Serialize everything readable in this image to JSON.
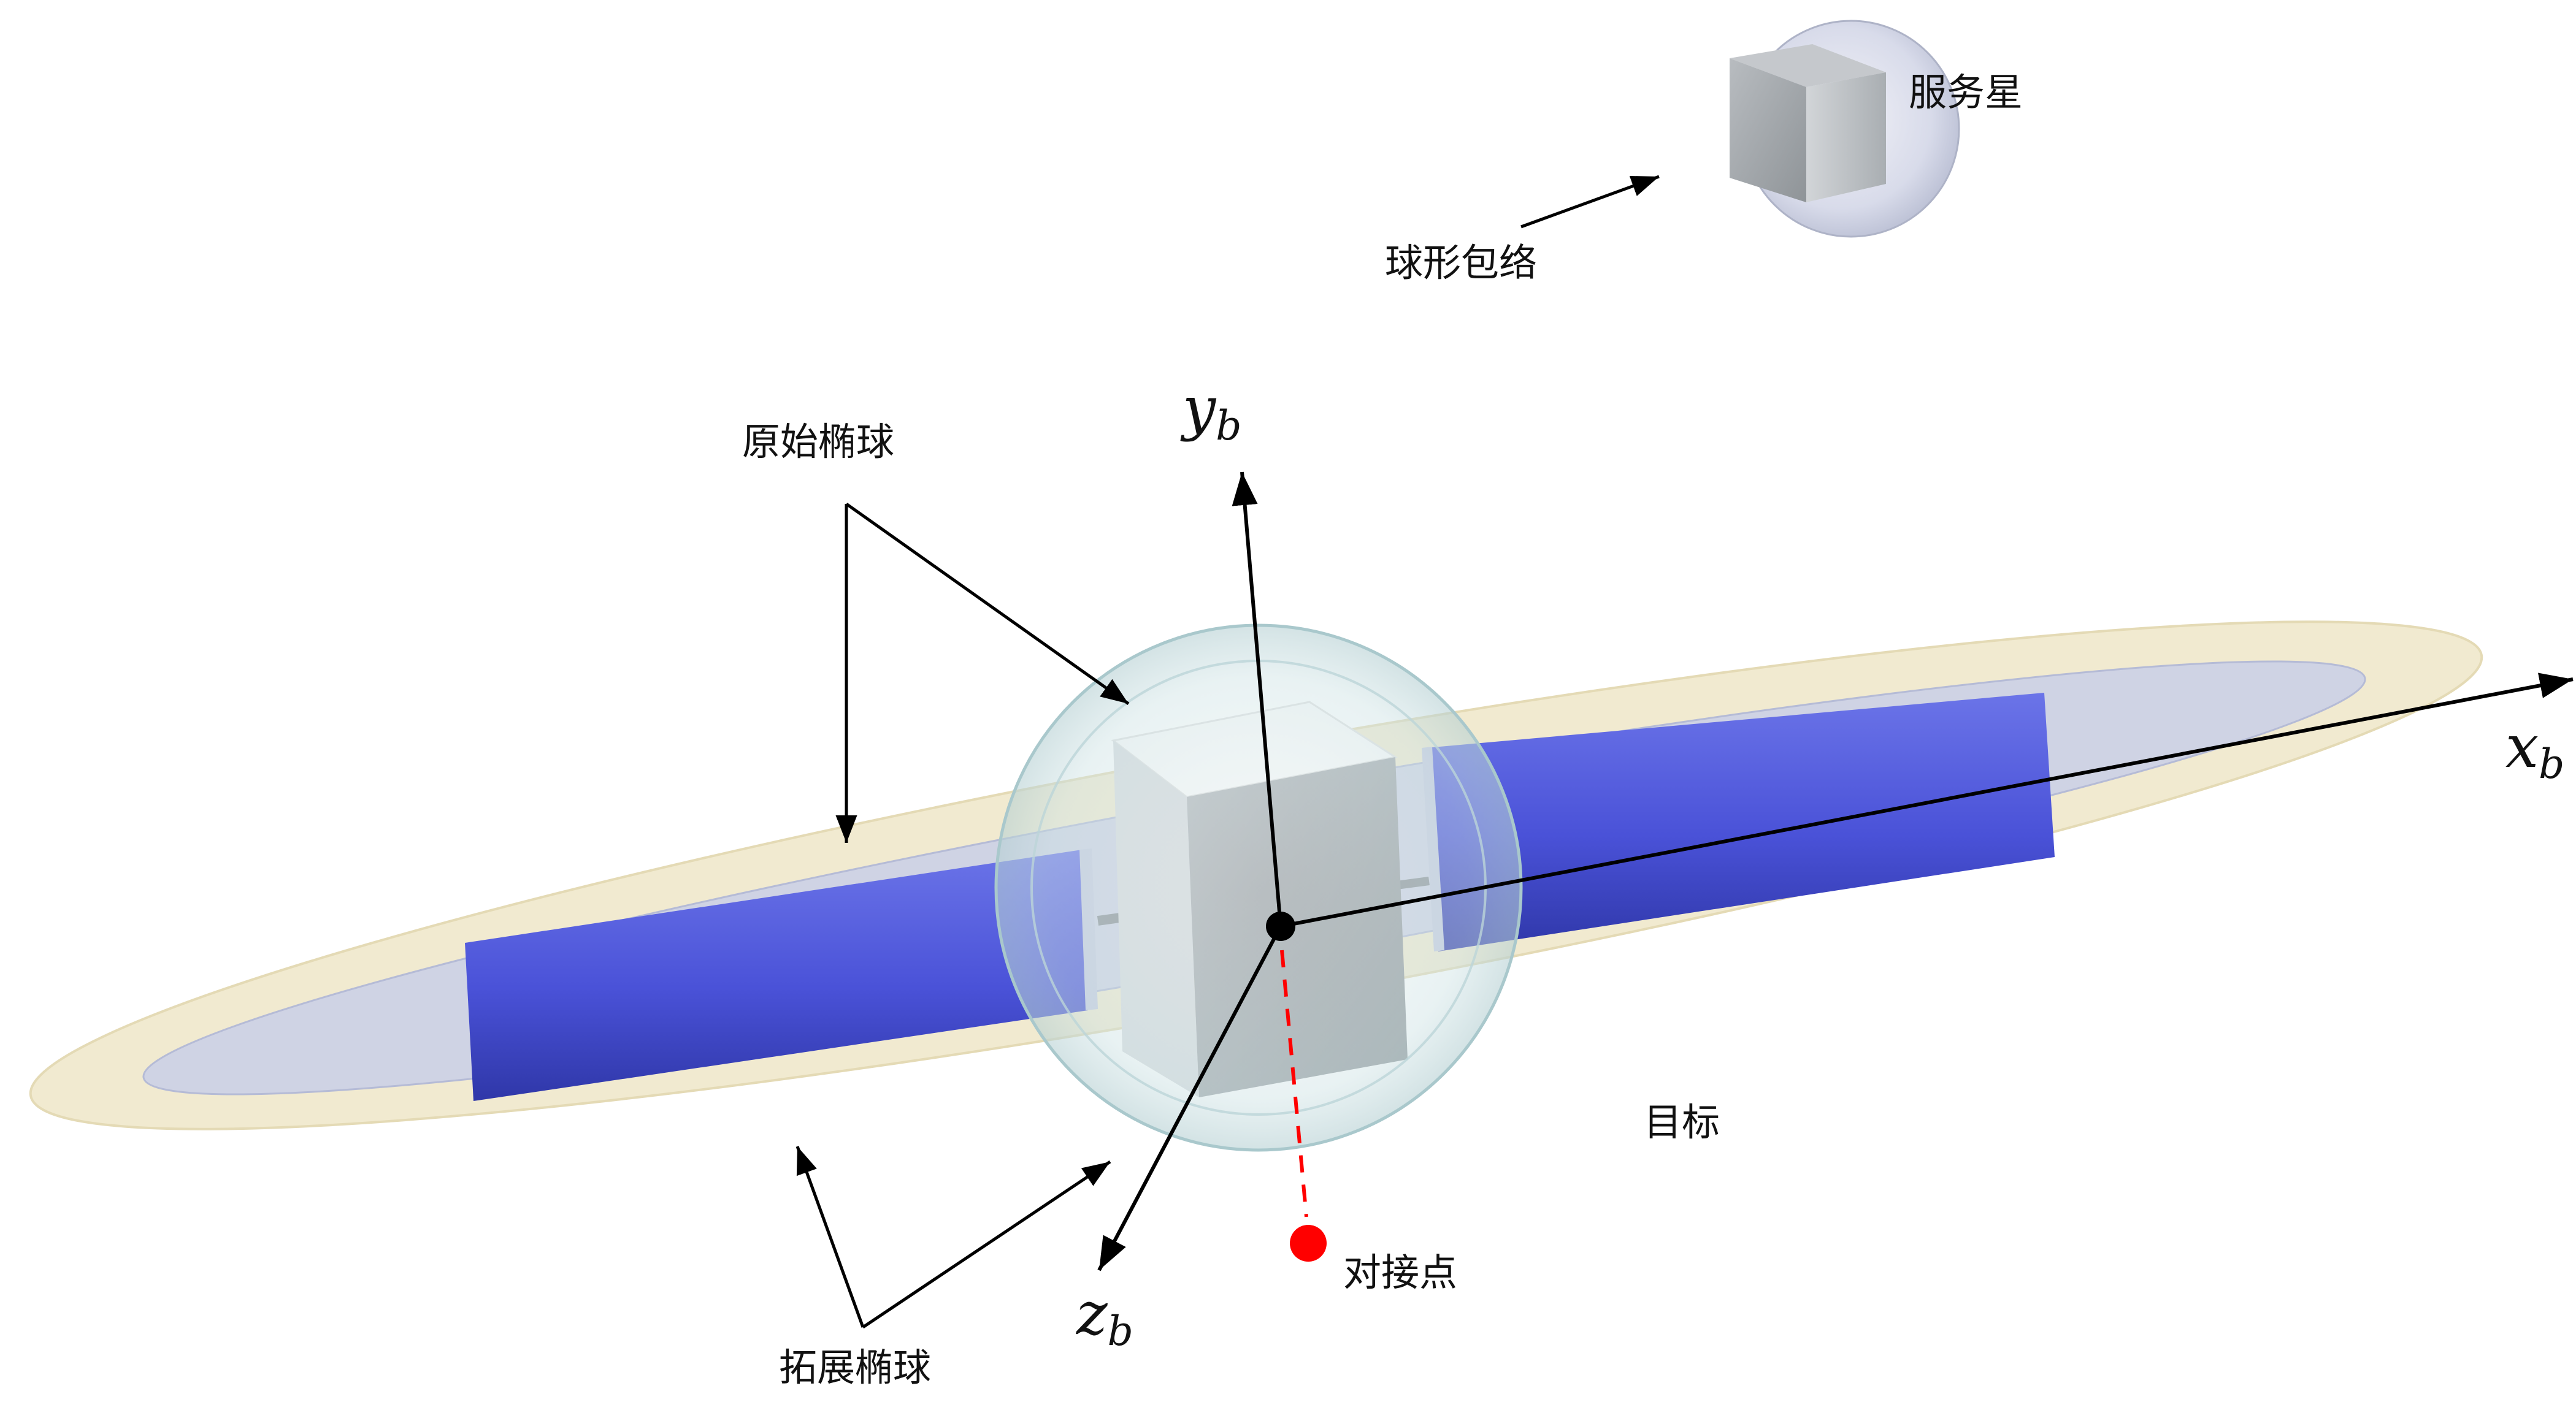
{
  "labels": {
    "servicer": "服务星",
    "spherical_envelope": "球形包络",
    "original_ellipsoid": "原始椭球",
    "extended_ellipsoid": "拓展椭球",
    "target": "目标",
    "docking_point": "对接点"
  },
  "axes": {
    "x": {
      "base": "x",
      "sub": "b"
    },
    "y": {
      "base": "y",
      "sub": "b"
    },
    "z": {
      "base": "z",
      "sub": "b"
    }
  },
  "colors": {
    "solar_panel": "#4a52d8",
    "extended_ellipsoid": "#efe6c8",
    "original_ellipsoid": "#c9cfe8",
    "sphere": "#cfe3e6",
    "cube": "#9aa0a5",
    "docking_point": "#ff0000",
    "axis": "#000000"
  }
}
